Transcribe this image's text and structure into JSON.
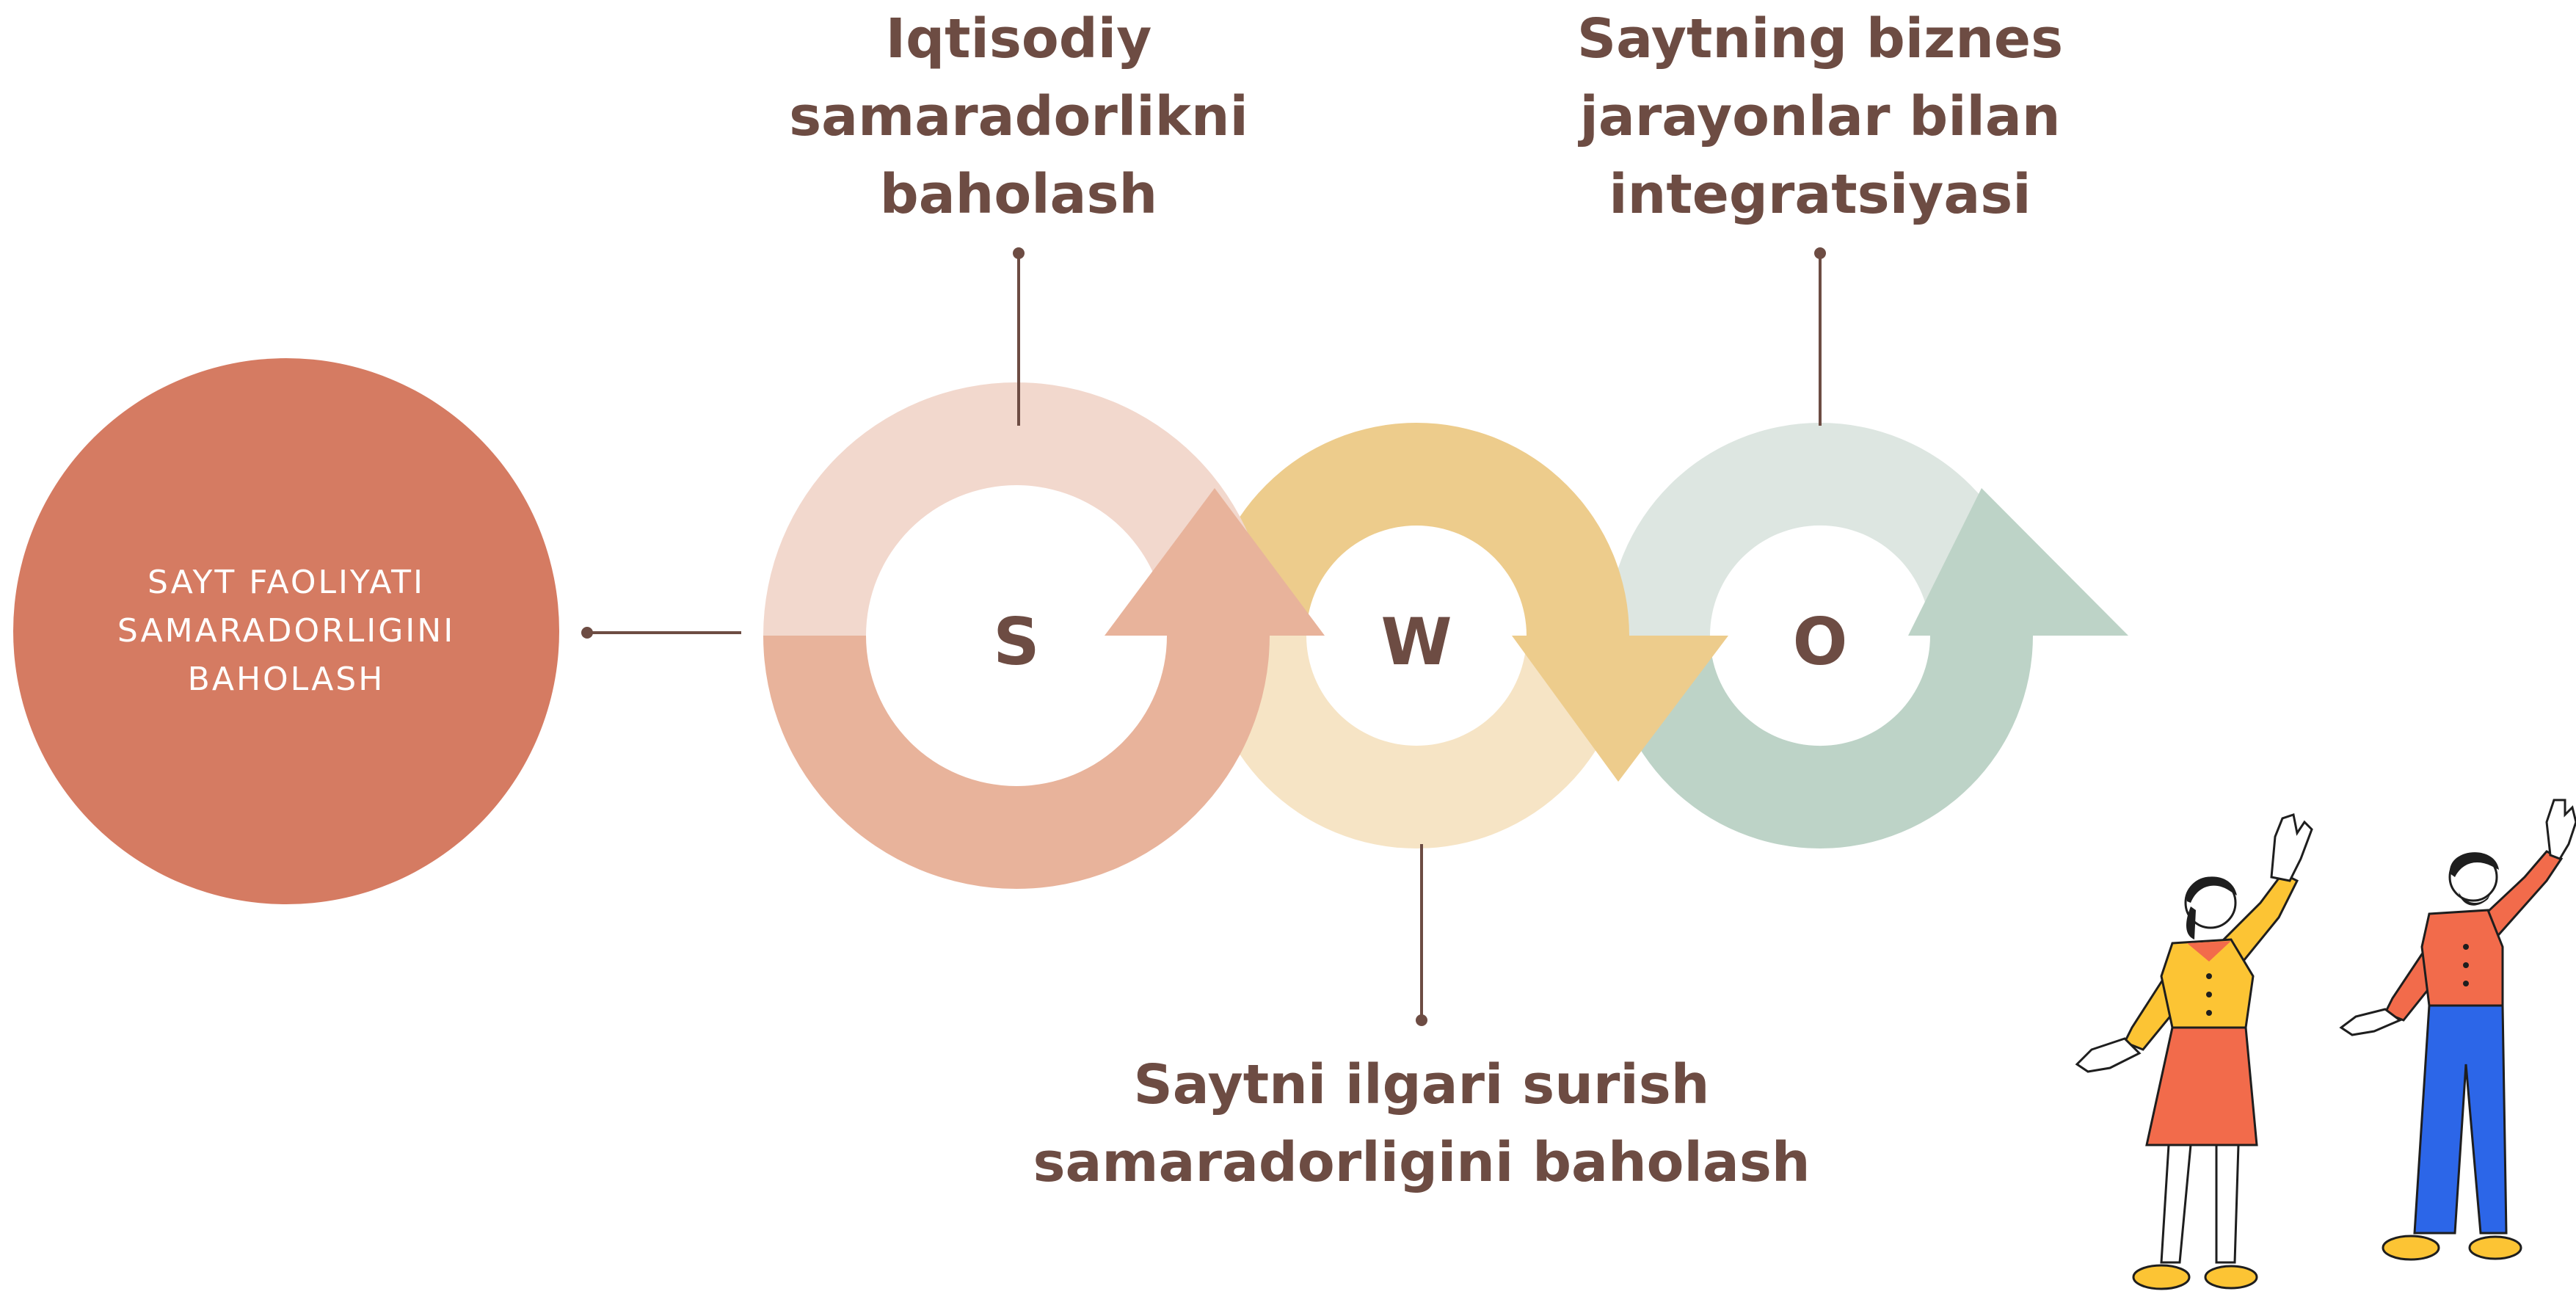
{
  "main_topic": {
    "lines": [
      "SAYT FAOLIYATI",
      "SAMARADORLIGINI",
      "BAHOLASH"
    ],
    "color": "#d57b62"
  },
  "swot": {
    "s": {
      "letter": "S",
      "color_light": "#f2d8cd",
      "color_dark": "#e8b39b"
    },
    "w": {
      "letter": "W",
      "color_light": "#f6e4c5",
      "color_dark": "#edcc8c"
    },
    "o": {
      "letter": "O",
      "color_light": "#dde6e1",
      "color_dark": "#bdd3c7"
    }
  },
  "callouts": {
    "s": [
      "Iqtisodiy",
      "samaradorlikni",
      "baholash"
    ],
    "o": [
      "Saytning biznes",
      "jarayonlar bilan",
      "integratsiyasi"
    ],
    "w": [
      "Saytni ilgari surish",
      "samaradorligini baholash"
    ]
  },
  "colors": {
    "text": "#6d4c43",
    "connector": "#6d4c43"
  }
}
